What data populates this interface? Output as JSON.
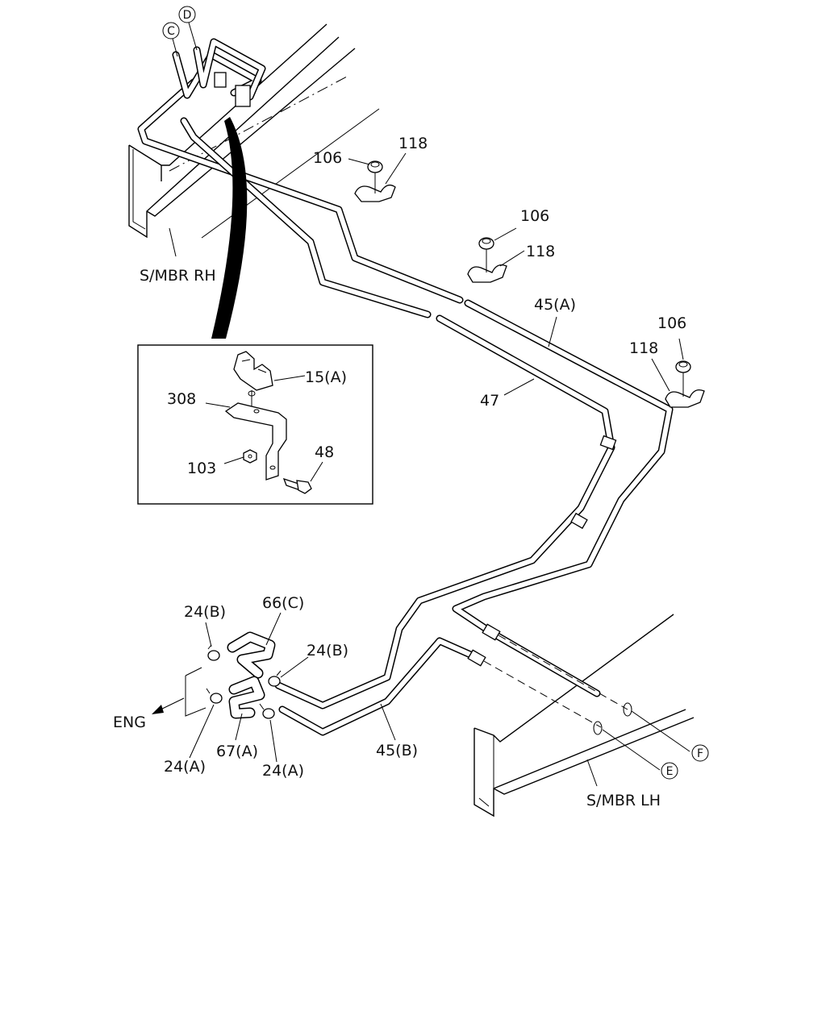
{
  "labels": {
    "c": "C",
    "d": "D",
    "e": "E",
    "f": "F",
    "p106a": "106",
    "p118a": "118",
    "p106b": "106",
    "p118b": "118",
    "p106c": "106",
    "p118c": "118",
    "p45a": "45(A)",
    "p47": "47",
    "p15a": "15(A)",
    "p308": "308",
    "p103": "103",
    "p48": "48",
    "p24b1": "24(B)",
    "p66c": "66(C)",
    "p24b2": "24(B)",
    "p24a1": "24(A)",
    "p67a": "67(A)",
    "p24a2": "24(A)",
    "p45b": "45(B)",
    "eng": "ENG",
    "smbr_rh": "S/MBR RH",
    "smbr_lh": "S/MBR LH"
  }
}
